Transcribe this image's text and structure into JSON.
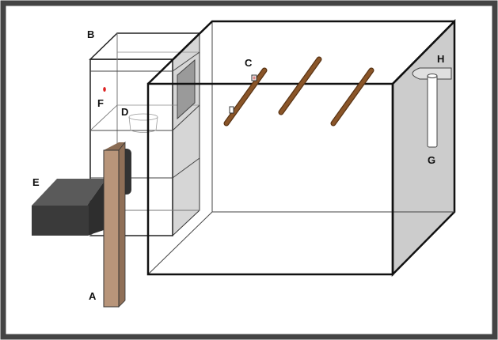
{
  "labels": {
    "a": "A",
    "b": "B",
    "c": "C",
    "d": "D",
    "e": "E",
    "f": "F",
    "g": "G",
    "h": "H"
  },
  "colors": {
    "frame": "#444444",
    "outline": "#111111",
    "panel_gray": "#cccccc",
    "wood_board": "#b8957a",
    "perch": "#7a4a22",
    "dark_block": "#3a3a3a",
    "red_dot": "#dd2222"
  }
}
